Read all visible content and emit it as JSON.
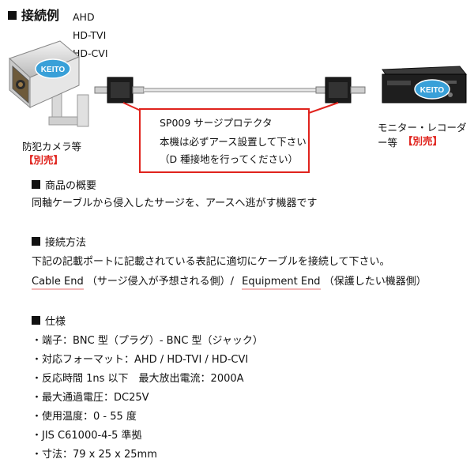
{
  "header": {
    "title": "接続例"
  },
  "camera": {
    "formats": [
      "AHD",
      "HD-TVI",
      "HD-CVI"
    ],
    "caption": "防犯カメラ等",
    "note": "【別売】",
    "logo": "KEITO"
  },
  "recorder": {
    "caption": "モニター・レコーダー等",
    "note": "【別売】",
    "logo": "KEITO"
  },
  "product_box": {
    "name": "SP009 サージプロテクタ",
    "line1": "本機は必ずアース設置して下さい",
    "line2": "（D 種接地を行ってください）"
  },
  "overview": {
    "title": "商品の概要",
    "text": "同軸ケーブルから侵入したサージを、アースへ逃がす機器です"
  },
  "connection": {
    "title": "接続方法",
    "text": "下記の記載ポートに記載されている表記に適切にケーブルを接続して下さい。",
    "cable_end": "Cable End",
    "cable_end_note": "（サージ侵入が予想される側）/",
    "equipment_end": "Equipment End",
    "equipment_end_note": "（保護したい機器側）"
  },
  "spec": {
    "title": "仕様",
    "items": [
      "・端子：BNC 型（プラグ）- BNC 型（ジャック）",
      "・対応フォーマット：AHD / HD-TVI / HD-CVI",
      "・反応時間 1ns 以下　最大放出電流：2000A",
      "・最大通過電圧：DC25V",
      "・使用温度：0 - 55 度",
      "・JIS C61000-4-5 準拠",
      "・寸法：79 x 25 x 25mm"
    ]
  },
  "colors": {
    "accent": "#e0231d",
    "underline": "#f2b6b6"
  }
}
